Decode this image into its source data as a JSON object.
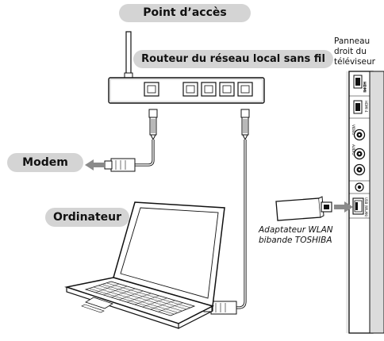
{
  "labels": {
    "access_point": "Point d’accès",
    "router": "Routeur du réseau local sans fil",
    "modem": "Modem",
    "computer": "Ordinateur",
    "tv_panel": [
      "Panneau",
      "droit du",
      "téléviseur"
    ],
    "adapter": [
      "Adaptateur WLAN",
      "bibande TOSHIBA"
    ]
  },
  "tv_port_labels": {
    "hdmi_logo": "HDMI",
    "hdmi_port": "HDMI 4",
    "video": "VIDEO",
    "audio": "AUDIO",
    "usb": "USB (WLAN)"
  }
}
